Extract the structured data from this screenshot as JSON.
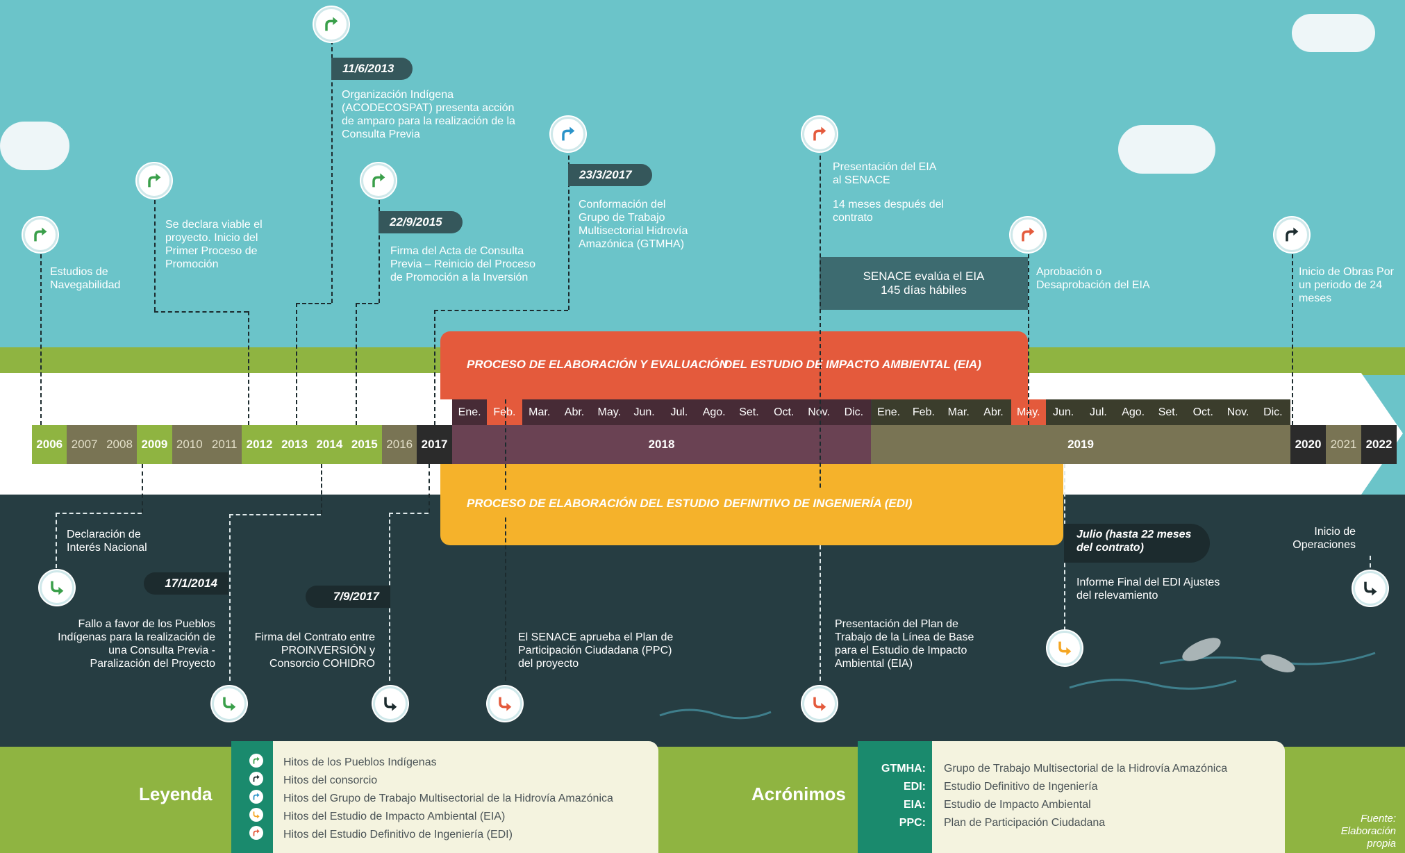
{
  "colors": {
    "indigenous": "#3a9f4a",
    "consortium": "#1c2b2e",
    "gtmha": "#2a93c9",
    "eia": "#f5a623",
    "edi": "#e45a3c"
  },
  "timeline": {
    "years_left": [
      {
        "label": "2006",
        "style": "green"
      },
      {
        "label": "2007",
        "style": "olive"
      },
      {
        "label": "2008",
        "style": "olive"
      },
      {
        "label": "2009",
        "style": "green"
      },
      {
        "label": "2010",
        "style": "olive"
      },
      {
        "label": "2011",
        "style": "olive"
      },
      {
        "label": "2012",
        "style": "green"
      },
      {
        "label": "2013",
        "style": "green"
      },
      {
        "label": "2014",
        "style": "green"
      },
      {
        "label": "2015",
        "style": "green"
      },
      {
        "label": "2016",
        "style": "olive"
      },
      {
        "label": "2017",
        "style": "dark"
      }
    ],
    "year_2018": "2018",
    "year_2019": "2019",
    "years_right": [
      {
        "label": "2020",
        "style": "dark"
      },
      {
        "label": "2021",
        "style": "olive"
      },
      {
        "label": "2022",
        "style": "dark"
      }
    ],
    "months_2018": [
      "Ene.",
      "Feb.",
      "Mar.",
      "Abr.",
      "May.",
      "Jun.",
      "Jul.",
      "Ago.",
      "Set.",
      "Oct.",
      "Nov.",
      "Dic."
    ],
    "months_2019": [
      "Ene.",
      "Feb.",
      "Mar.",
      "Abr.",
      "May.",
      "Jun.",
      "Jul.",
      "Ago.",
      "Set.",
      "Oct.",
      "Nov.",
      "Dic."
    ]
  },
  "process": {
    "eia_title_a": "PROCESO DE ELABORACIÓN Y EVALUACIÓN",
    "eia_title_b": "DEL ESTUDIO DE IMPACTO AMBIENTAL (EIA)",
    "edi_title_a": "PROCESO DE ELABORACIÓN DEL ESTUDIO",
    "edi_title_b": "DEFINITIVO DE INGENIERÍA (EDI)",
    "senace_line1": "SENACE evalúa el EIA",
    "senace_line2": "145 días hábiles"
  },
  "top_events": {
    "navegabilidad": "Estudios de Navegabilidad",
    "viable": "Se declara viable el proyecto. Inicio del Primer Proceso de Promoción",
    "amparo_date": "11/6/2013",
    "amparo": "Organización Indígena (ACODECOSPAT) presenta acción de amparo para la realización de la Consulta Previa",
    "acta_date": "22/9/2015",
    "acta": "Firma del Acta de Consulta Previa – Reinicio del Proceso de Promoción a la Inversión",
    "gtmha_date": "23/3/2017",
    "gtmha": "Conformación del Grupo de Trabajo Multisectorial Hidrovía Amazónica (GTMHA)",
    "eia_presentacion": "Presentación del EIA al SENACE",
    "eia_meses": "14 meses después del contrato",
    "aprobacion": "Aprobación o Desaprobación del EIA",
    "obras": "Inicio de Obras Por un periodo de 24 meses"
  },
  "bottom_events": {
    "interes": "Declaración de Interés Nacional",
    "fallo_date": "17/1/2014",
    "fallo": "Fallo a favor de los Pueblos Indígenas para la realización de una Consulta Previa - Paralización del Proyecto",
    "contrato_date": "7/9/2017",
    "contrato": "Firma del Contrato entre PROINVERSIÓN y Consorcio COHIDRO",
    "ppc": "El SENACE aprueba el Plan de Participación Ciudadana (PPC) del proyecto",
    "plan": "Presentación del Plan de Trabajo de la Línea de Base para el Estudio de Impacto Ambiental (EIA)",
    "julio_tag": "Julio (hasta 22 meses del contrato)",
    "informe": "Informe Final del EDI Ajustes del relevamiento",
    "operaciones": "Inicio de Operaciones"
  },
  "legend": {
    "title": "Leyenda",
    "items": [
      "Hitos de los Pueblos Indígenas",
      "Hitos del consorcio",
      "Hitos del Grupo de Trabajo Multisectorial de la Hidrovía Amazónica",
      "Hitos del Estudio de Impacto Ambiental (EIA)",
      "Hitos del Estudio Definitivo de Ingeniería (EDI)"
    ]
  },
  "acronyms": {
    "title": "Acrónimos",
    "items": [
      {
        "key": "GTMHA:",
        "value": "Grupo de Trabajo Multisectorial de la  Hidrovía Amazónica"
      },
      {
        "key": "EDI:",
        "value": "Estudio Definitivo de Ingeniería"
      },
      {
        "key": "EIA:",
        "value": "Estudio de Impacto Ambiental"
      },
      {
        "key": "PPC:",
        "value": "Plan de Participación Ciudadana"
      }
    ]
  },
  "source": "Fuente: Elaboración propia"
}
